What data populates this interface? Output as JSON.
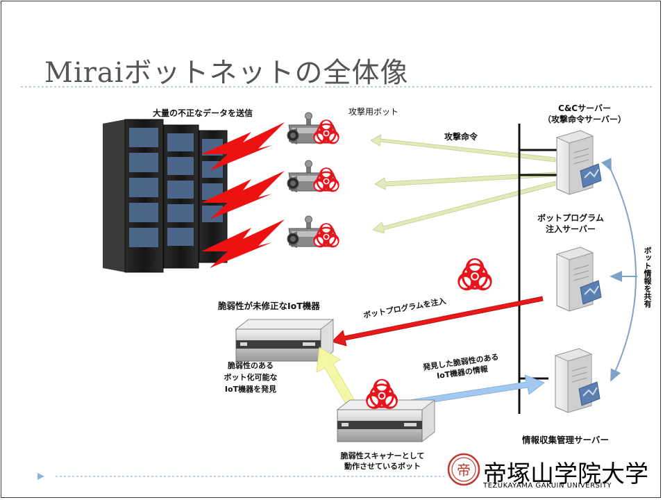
{
  "slide": {
    "title": "Miraiボットネットの全体像",
    "labels": {
      "send_data": "大量の不正なデータを送信",
      "attack_bot": "攻撃用ボット",
      "attack_command": "攻撃命令",
      "cc_server": "C&Cサーバー\n（攻撃命令サーバー）",
      "injection_server": "ボットプログラム\n注入サーバー",
      "vulnerable_device": "脆弱性が未修正なIoT機器",
      "inject_program": "ボットプログラムを注入",
      "discovered_info": "発見した脆弱性のある\nIoT機器の情報",
      "found_device": "脆弱性のある\nボット化可能な\nIoT機器を発見",
      "share_info": "ボット情報を共有",
      "collection_server": "情報収集管理サーバー",
      "scanner_bot": "脆弱性スキャナーとして\n動作させているボット"
    },
    "logo": {
      "name": "帝塚山学院大学",
      "sub": "TEZUKAYAMA GAKUIN UNIVERSITY",
      "seal_char": "帝"
    },
    "colors": {
      "title": "#555555",
      "hazard": "#e8141c",
      "attack_arrow": "#e3e9b8",
      "inject_arrow": "#e51a1a",
      "discover_arrow": "#a2c8f0",
      "share_arrow": "#7fa2c8"
    }
  }
}
